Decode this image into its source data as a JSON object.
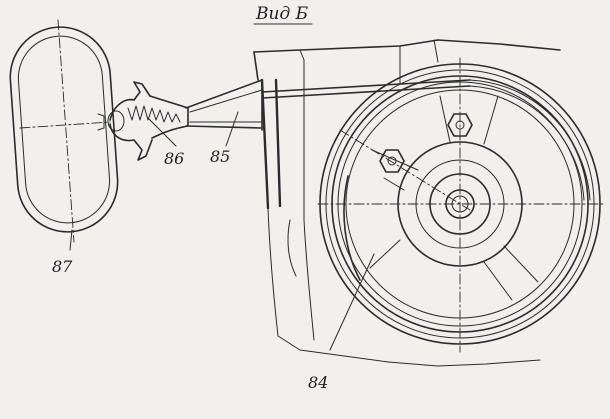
{
  "view_title": "Вид Б",
  "callouts": {
    "c84": "84",
    "c85": "85",
    "c86": "86",
    "c87": "87"
  },
  "colors": {
    "paper": "#f1f0ec",
    "ink": "#2b2b2b"
  }
}
